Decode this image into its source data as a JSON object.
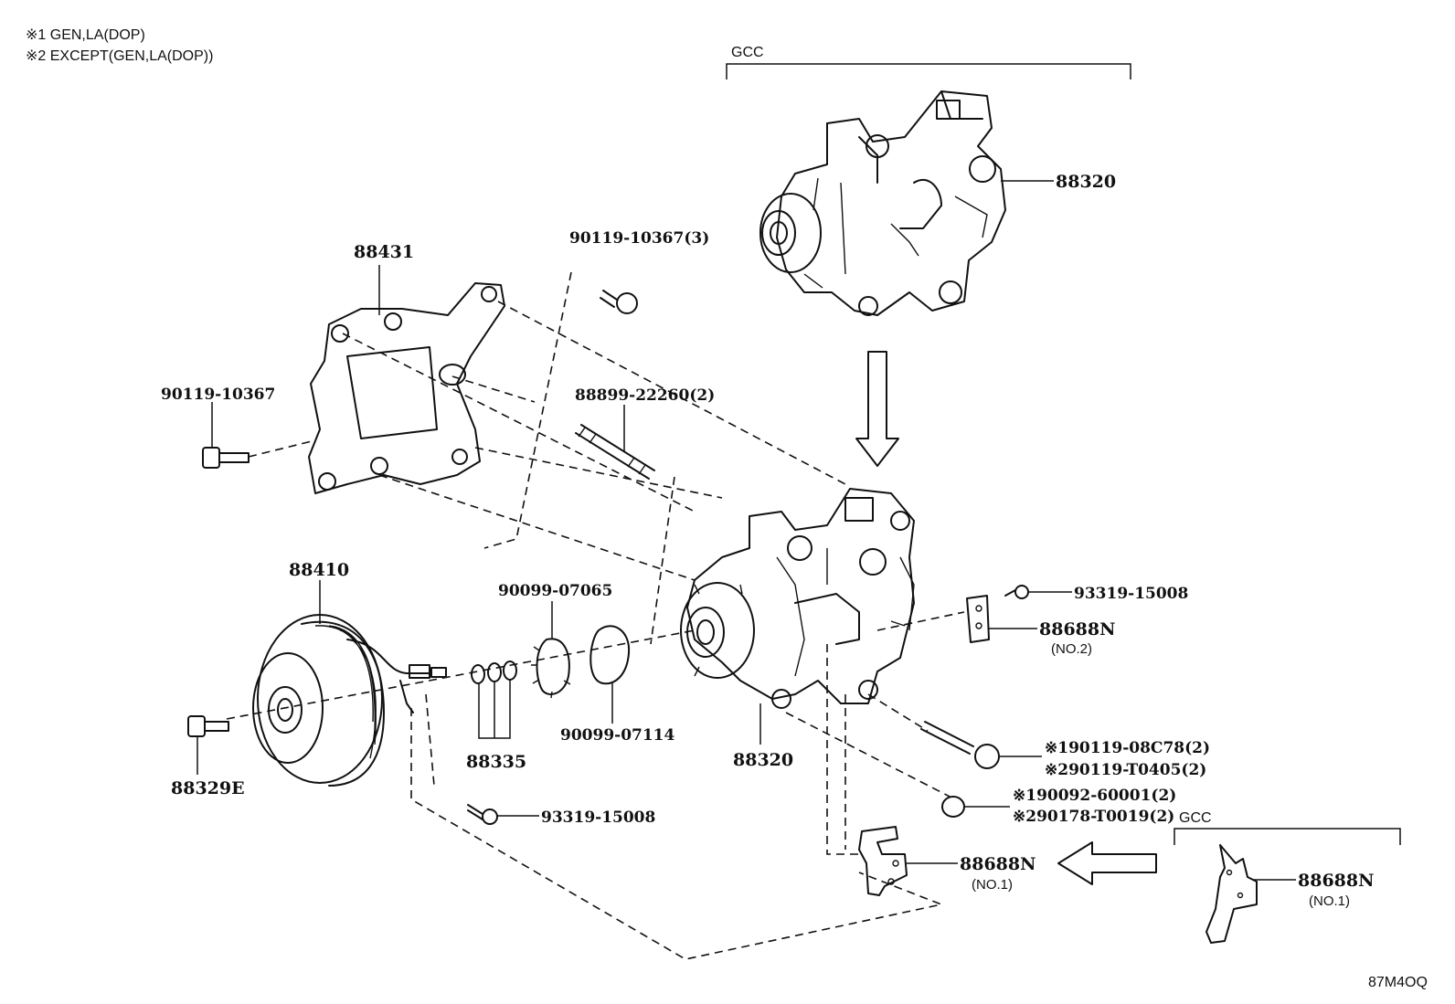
{
  "notes": {
    "note1": "※1 GEN,LA(DOP)",
    "note2": "※2 EXCEPT(GEN,LA(DOP))"
  },
  "groups": {
    "gcc_top": "GCC",
    "gcc_bottom": "GCC"
  },
  "labels": {
    "compressor_gcc": "88320",
    "bracket": "88431",
    "bolt_3": "90119-10367(3)",
    "bolt_left": "90119-10367",
    "stud_bolt": "88899-22260(2)",
    "clutch_pulley": "88410",
    "snap_ring_1": "90099-07065",
    "snap_ring_2": "90099-07114",
    "shims": "88335",
    "clutch_bolt": "88329E",
    "screw_lower": "93319-15008",
    "compressor_main": "88320",
    "screw_upper": "93319-15008",
    "clamp_no2": "88688N",
    "clamp_no2_sub": "(NO.2)",
    "bolt_a1": "※190119-08C78(2)",
    "bolt_a2": "※290119-T0405(2)",
    "nut_a1": "※190092-60001(2)",
    "nut_a2": "※290178-T0019(2)",
    "clamp_no1": "88688N",
    "clamp_no1_sub": "(NO.1)",
    "clamp_no1_gcc": "88688N",
    "clamp_no1_gcc_sub": "(NO.1)"
  },
  "figure_code": "87M4OQ"
}
